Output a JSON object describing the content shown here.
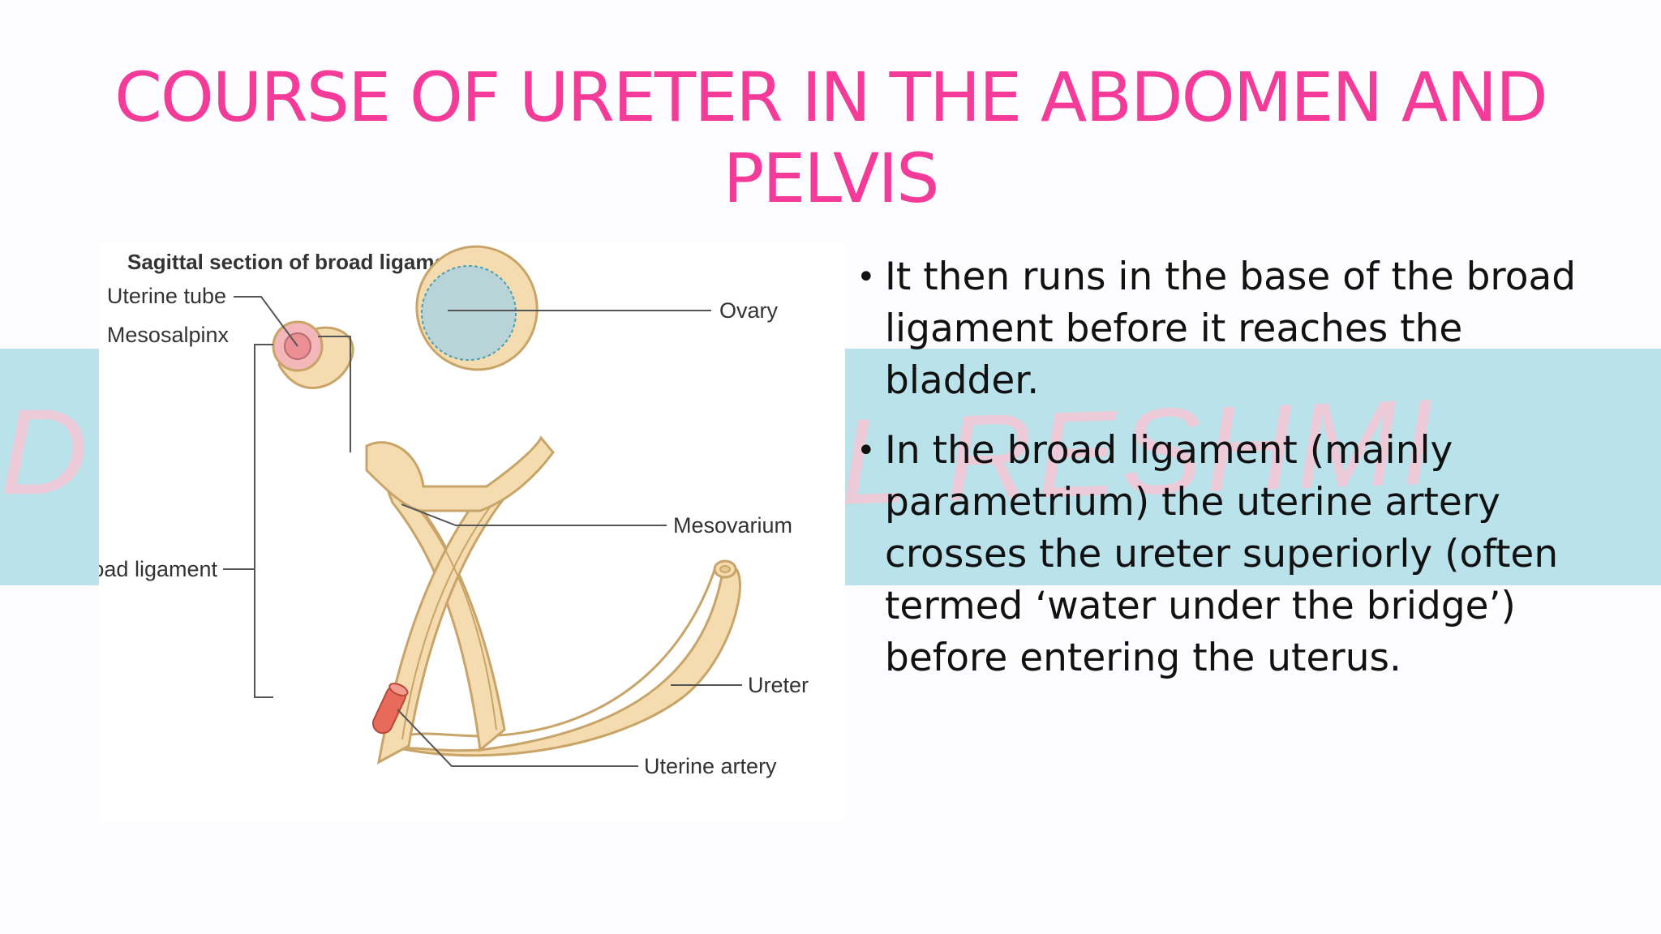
{
  "slide": {
    "title": "COURSE OF URETER IN THE ABDOMEN AND PELVIS",
    "watermark_left": "D",
    "watermark_right": "L RESHMI",
    "bullets": [
      "It then runs in the base of the broad ligament before it reaches the bladder.",
      "In the broad ligament (mainly parametrium) the uterine artery crosses the ureter superiorly (often termed ‘water under the bridge’) before entering the uterus."
    ],
    "bullet_symbol": "•"
  },
  "figure": {
    "title": "Sagittal section of broad ligament",
    "labels": {
      "mesosalpinx": "Mesosalpinx",
      "uterine_tube": "Uterine tube",
      "ovary": "Ovary",
      "mesovarium": "Mesovarium",
      "broad_ligament": "Broad ligament",
      "ureter": "Ureter",
      "uterine_artery": "Uterine artery"
    }
  },
  "colors": {
    "title": "#f43b9a",
    "band": "#b9e2ea",
    "ligament_fill": "#f4dcb0",
    "ligament_stroke": "#c9a468",
    "tube_pink": "#f3b6b9",
    "ovary_blue": "#b9d4d8",
    "artery_red": "#e86a5a"
  }
}
